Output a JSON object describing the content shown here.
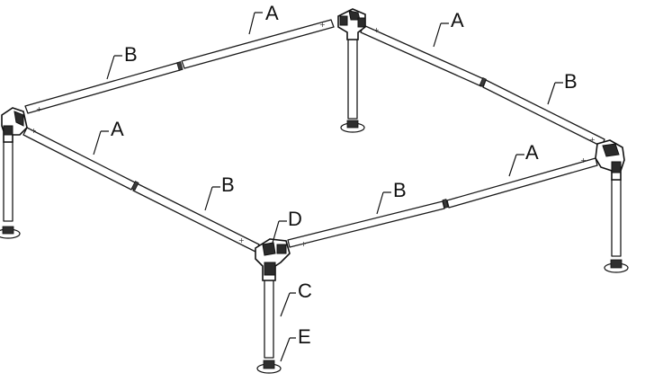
{
  "labels": {
    "top_left_a": "A",
    "top_left_b": "B",
    "top_right_a": "A",
    "top_right_b": "B",
    "front_left_a": "A",
    "front_left_b": "B",
    "front_right_a": "A",
    "front_right_b": "B",
    "corner_fitting": "D",
    "leg": "C",
    "foot": "E"
  }
}
